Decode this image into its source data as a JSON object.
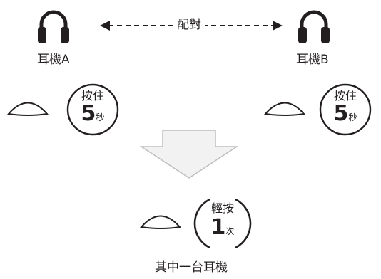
{
  "earphone_a": {
    "label": "耳機A"
  },
  "earphone_b": {
    "label": "耳機B"
  },
  "pairing": {
    "label": "配對"
  },
  "hold_a": {
    "action": "按住",
    "count": "5",
    "unit": "秒"
  },
  "hold_b": {
    "action": "按住",
    "count": "5",
    "unit": "秒"
  },
  "tap": {
    "action": "輕按",
    "count": "1",
    "unit": "次"
  },
  "caption": "其中一台耳機",
  "colors": {
    "ink": "#231f20",
    "arrow_fill": "#f2f2f2",
    "arrow_stroke": "#bdbdbd"
  },
  "icons": [
    "headphones-icon",
    "earbud-touch-icon",
    "double-arrow-icon",
    "down-arrow-icon"
  ]
}
